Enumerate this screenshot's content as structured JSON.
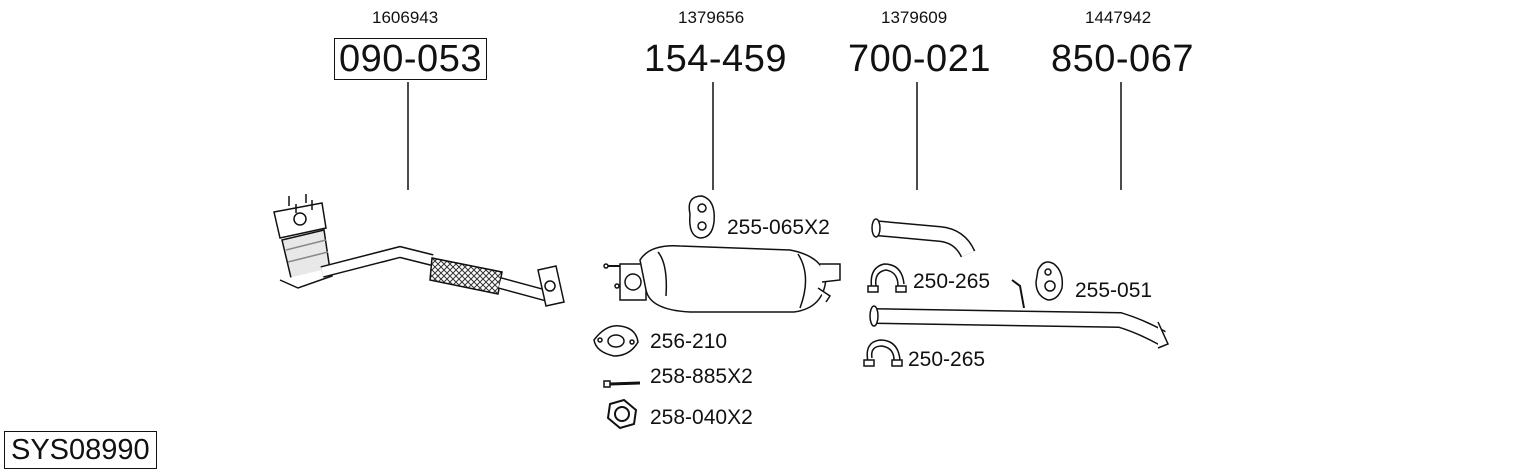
{
  "assemblies": [
    {
      "oe_number": "1606943",
      "part_number": "090-053",
      "boxed": true
    },
    {
      "oe_number": "1379656",
      "part_number": "154-459",
      "boxed": false
    },
    {
      "oe_number": "1379609",
      "part_number": "700-021",
      "boxed": false
    },
    {
      "oe_number": "1447942",
      "part_number": "850-067",
      "boxed": false
    }
  ],
  "accessories": [
    {
      "label": "255-065X2",
      "icon": "rubber-hanger-icon"
    },
    {
      "label": "256-210",
      "icon": "gasket-icon"
    },
    {
      "label": "258-885X2",
      "icon": "bolt-icon"
    },
    {
      "label": "258-040X2",
      "icon": "hex-nut-icon"
    },
    {
      "label": "250-265",
      "icon": "pipe-clamp-icon"
    },
    {
      "label": "255-051",
      "icon": "rubber-hanger-icon"
    },
    {
      "label": "250-265",
      "icon": "pipe-clamp-icon"
    }
  ],
  "system_code": "SYS08990",
  "colors": {
    "line": "#111111",
    "fill": "#ffffff",
    "shade": "#bbbbbb"
  }
}
